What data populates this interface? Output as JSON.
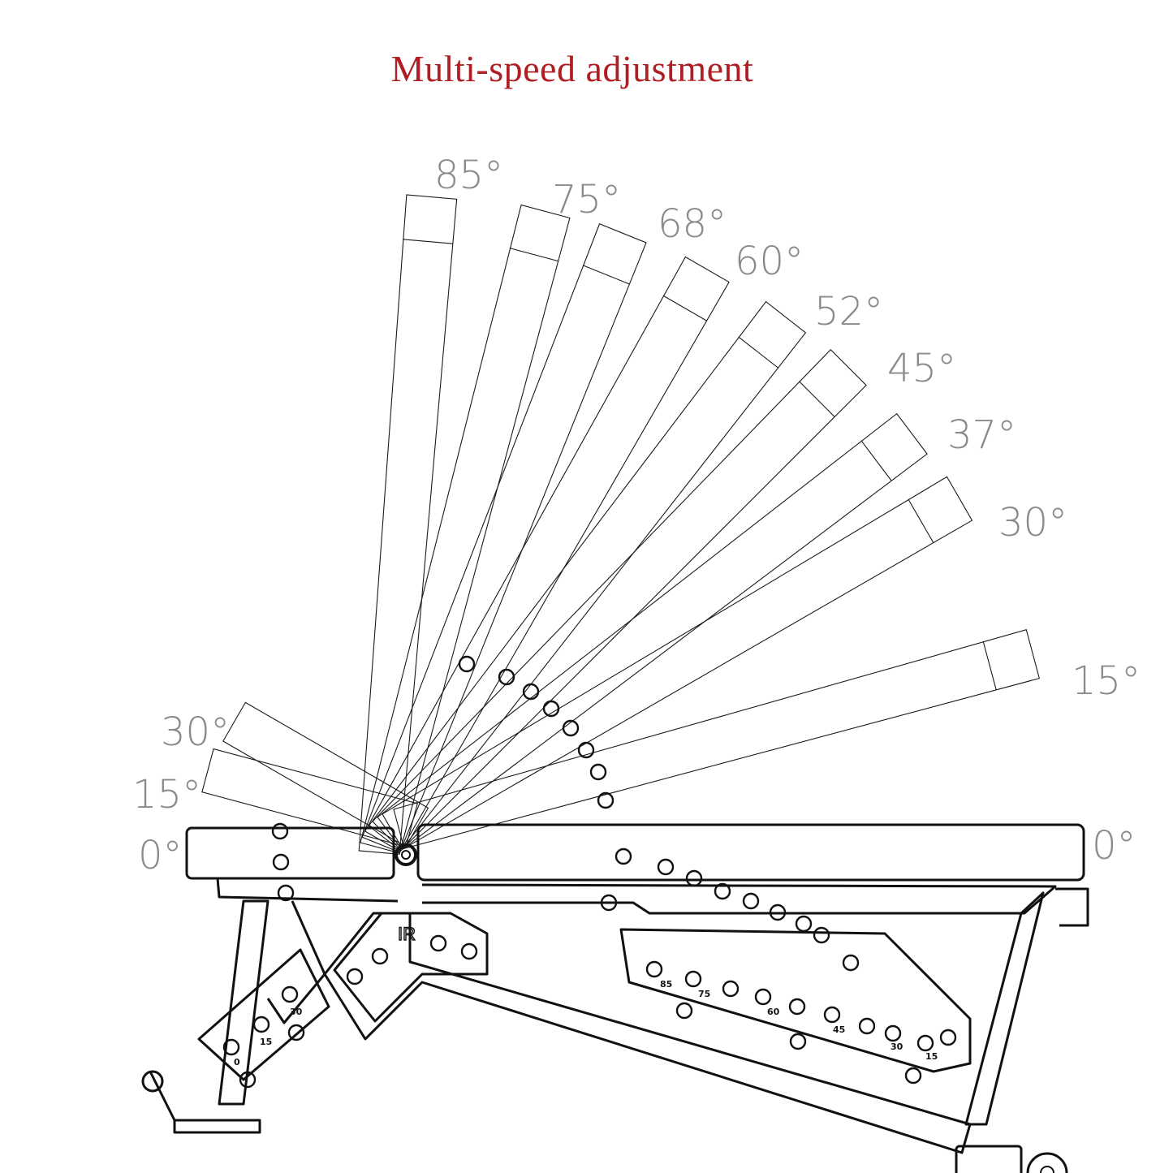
{
  "title": "Multi-speed adjustment",
  "colors": {
    "title": "#b01e23",
    "angle_label": "#8a8a8a",
    "line": "#111111"
  },
  "back_angles": [
    {
      "label": "85°",
      "deg": 85
    },
    {
      "label": "75°",
      "deg": 75
    },
    {
      "label": "68°",
      "deg": 68
    },
    {
      "label": "60°",
      "deg": 60
    },
    {
      "label": "52°",
      "deg": 52
    },
    {
      "label": "45°",
      "deg": 45
    },
    {
      "label": "37°",
      "deg": 37
    },
    {
      "label": "30°",
      "deg": 30
    },
    {
      "label": "15°",
      "deg": 15
    },
    {
      "label": "0°",
      "deg": 0
    }
  ],
  "seat_angles": [
    {
      "label": "30°",
      "deg": 30
    },
    {
      "label": "15°",
      "deg": 15
    },
    {
      "label": "0°",
      "deg": 0
    }
  ],
  "brand_mark": "IR",
  "back_hole_labels": [
    "85",
    "75",
    "60",
    "45",
    "30",
    "15"
  ],
  "seat_hole_labels": [
    "30",
    "15",
    "0"
  ]
}
